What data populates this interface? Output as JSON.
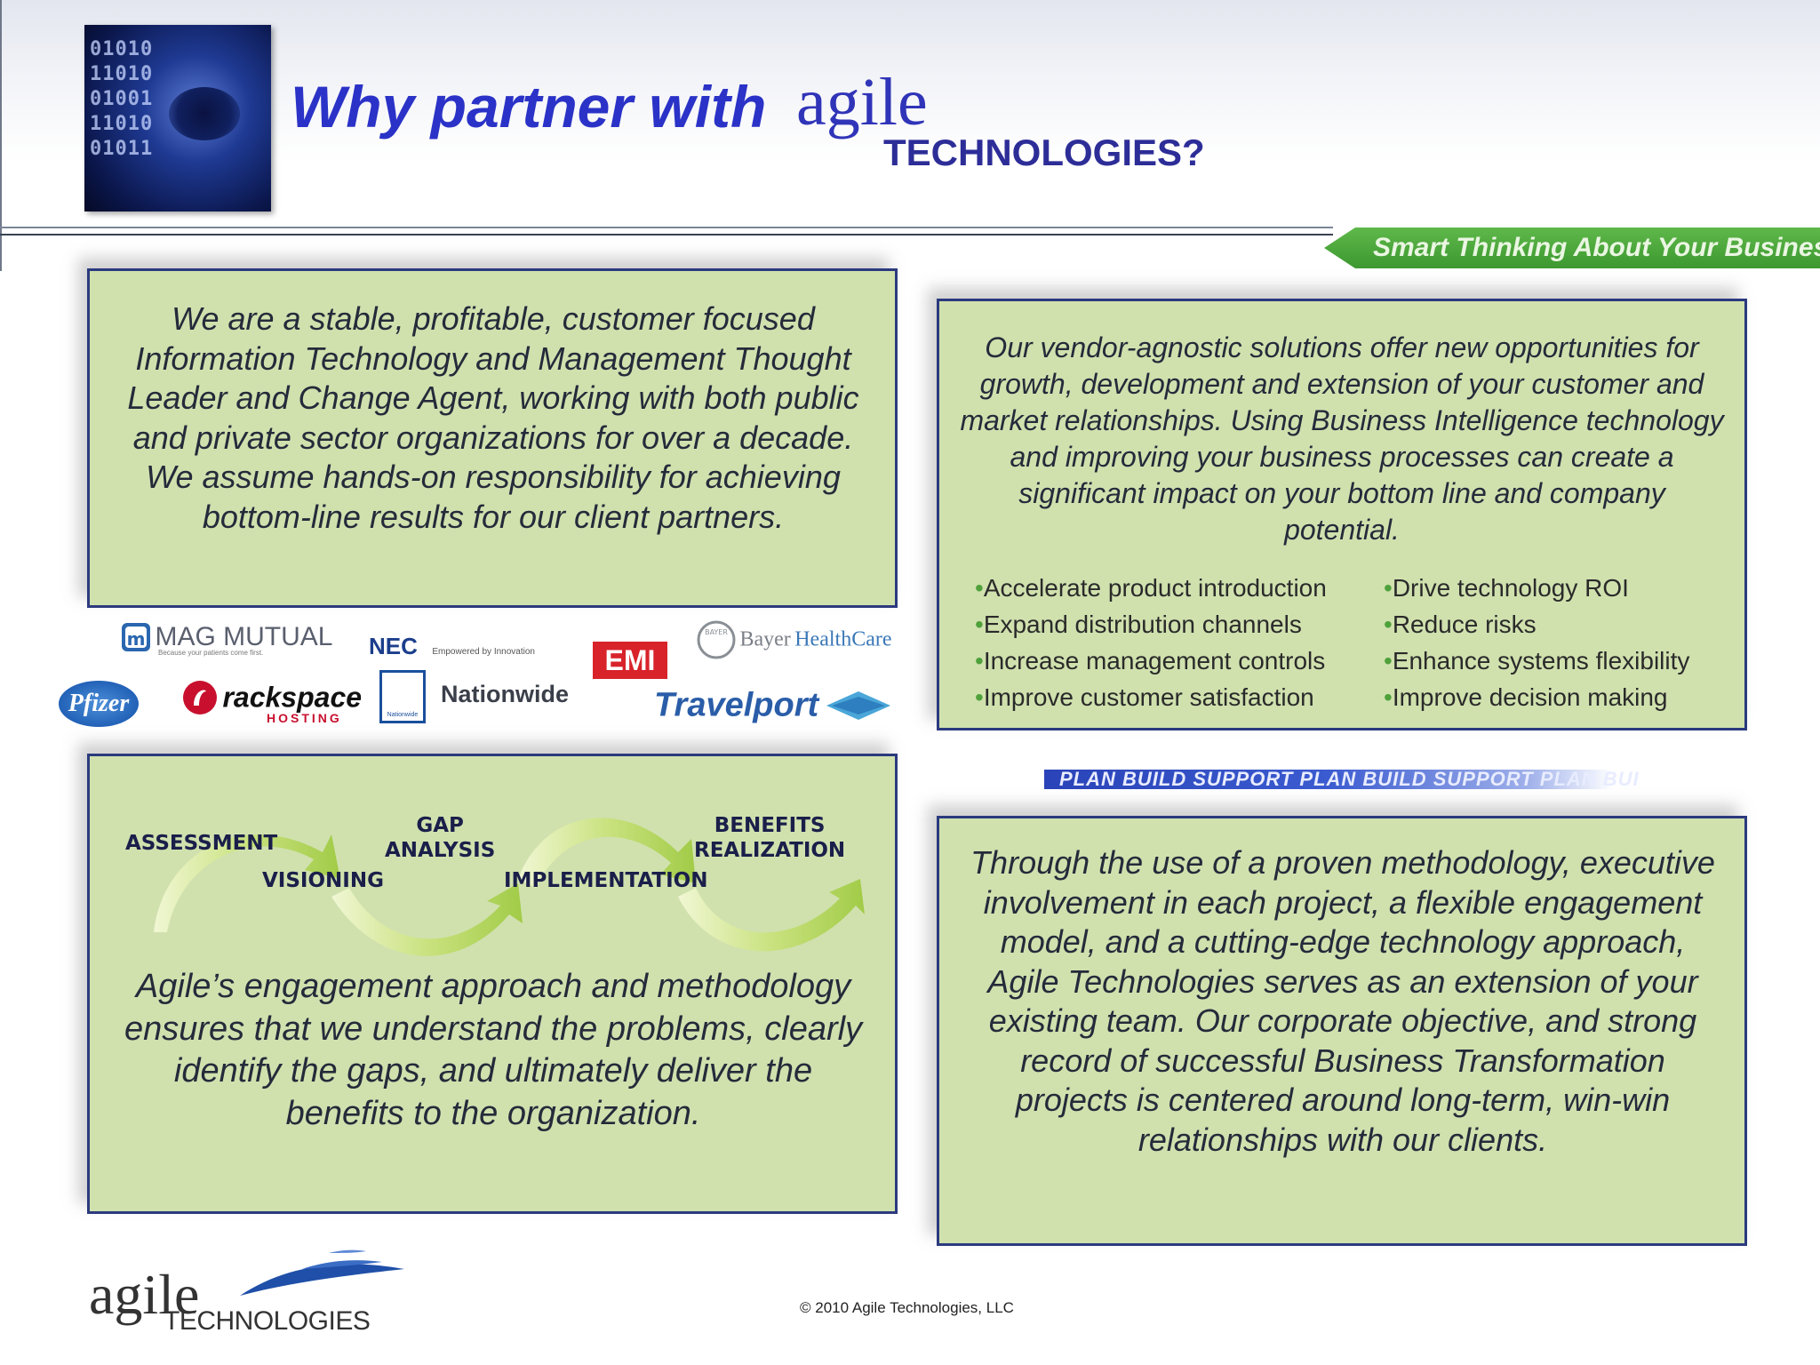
{
  "header": {
    "title_prefix": "Why partner with",
    "title_brand": "agile",
    "title_suffix": "TECHNOLOGIES?",
    "tagline": "Smart Thinking About Your Business",
    "photo_digits": [
      "01010",
      "11010",
      "01001",
      "11010",
      "01011"
    ]
  },
  "panels": {
    "about": "We are a stable, profitable, customer focused Information Technology and Management Thought Leader and Change Agent, working with both public and private sector organizations for over a decade. We assume hands-on responsibility for achieving bottom-line results for our client partners.",
    "solutions": {
      "text": "Our vendor-agnostic solutions offer new opportunities for growth, development and extension of your customer and market relationships. Using Business Intelligence technology and improving your business processes can create a significant impact on your bottom line and company potential.",
      "bullet_glyph": "•",
      "bullets_left": [
        "Accelerate product introduction",
        "Expand distribution channels",
        "Increase management controls",
        "Improve customer satisfaction"
      ],
      "bullets_right": [
        "Drive technology ROI",
        "Reduce risks",
        "Enhance systems flexibility",
        "Improve decision making"
      ]
    },
    "methodology": {
      "phases": {
        "assessment": "ASSESSMENT",
        "visioning": "VISIONING",
        "gap_1": "GAP",
        "gap_2": "ANALYSIS",
        "implementation": "IMPLEMENTATION",
        "benefits_1": "BENEFITS",
        "benefits_2": "REALIZATION"
      },
      "text": "Agile’s engagement approach and methodology ensures that we understand the problems, clearly identify the gaps, and ultimately deliver the benefits to the organization."
    },
    "approach": "Through the use of a proven methodology, executive involvement in each project, a flexible engagement model, and a cutting-edge technology approach, Agile Technologies serves as an extension of your existing team. Our corporate objective, and strong record of successful Business Transformation projects is centered around long-term, win-win relationships with our clients."
  },
  "ribbon": "PLAN BUILD SUPPORT PLAN BUILD SUPPORT PLAN BUI",
  "clients": {
    "magmutual": "MAG MUTUAL",
    "magmutual_sub": "Because your patients come first.",
    "nec": "NEC",
    "nec_sub": "Empowered by Innovation",
    "emi": "EMI",
    "bayer": "Bayer",
    "bayer_hc": "HealthCare",
    "bayer_mark": "BAYER",
    "pfizer": "Pfizer",
    "rackspace": "rackspace",
    "rackspace_sub": "HOSTING",
    "nationwide": "Nationwide",
    "nationwide_mark": "Nationwide",
    "travelport": "Travelport"
  },
  "footer": {
    "logo_word": "agile",
    "logo_sub": "TECHNOLOGIES",
    "copyright": "© 2010 Agile Technologies, LLC"
  },
  "colors": {
    "title_blue": "#2a32c7",
    "panel_green": "#d0e1ae",
    "panel_border": "#2b3a7e",
    "banner_green": "#4aa83a",
    "bullet_green": "#4fa13b"
  }
}
